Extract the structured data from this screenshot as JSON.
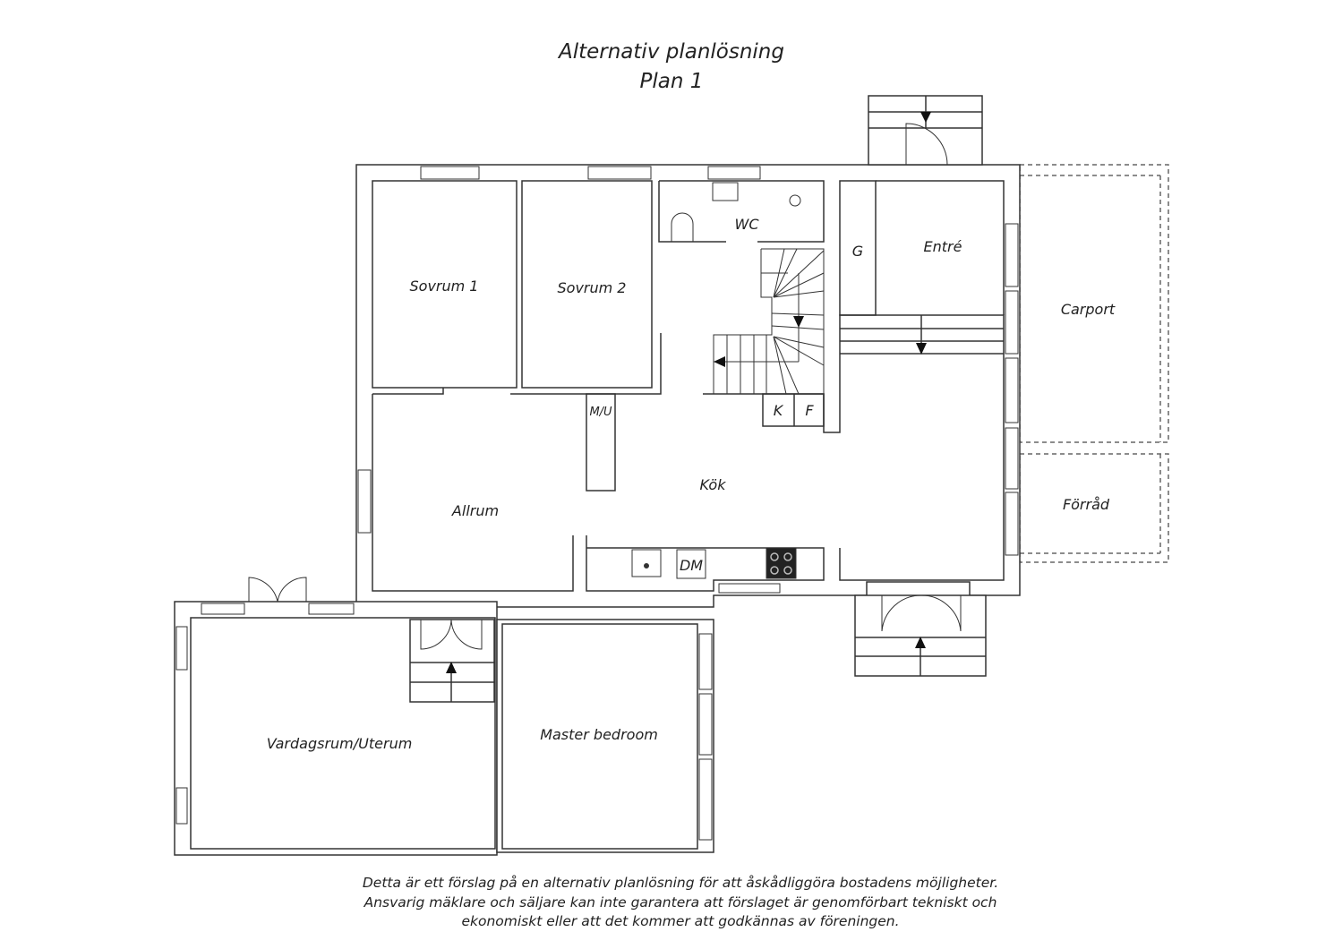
{
  "title": "Alternativ planlösning",
  "subtitle": "Plan 1",
  "rooms": {
    "sovrum1": "Sovrum 1",
    "sovrum2": "Sovrum 2",
    "wc": "WC",
    "g": "G",
    "entre": "Entré",
    "carport": "Carport",
    "forrad": "Förråd",
    "mu": "M/U",
    "k": "K",
    "f": "F",
    "kok": "Kök",
    "allrum": "Allrum",
    "dm": "DM",
    "vardagsrum": "Vardagsrum/Uterum",
    "master": "Master bedroom"
  },
  "disclaimer": [
    "Detta är ett förslag på en alternativ planlösning för att åskådliggöra bostadens möjligheter.",
    "Ansvarig mäklare och säljare kan inte garantera att förslaget är genomförbart tekniskt och",
    "ekonomiskt eller att det kommer att godkännas av föreningen."
  ]
}
